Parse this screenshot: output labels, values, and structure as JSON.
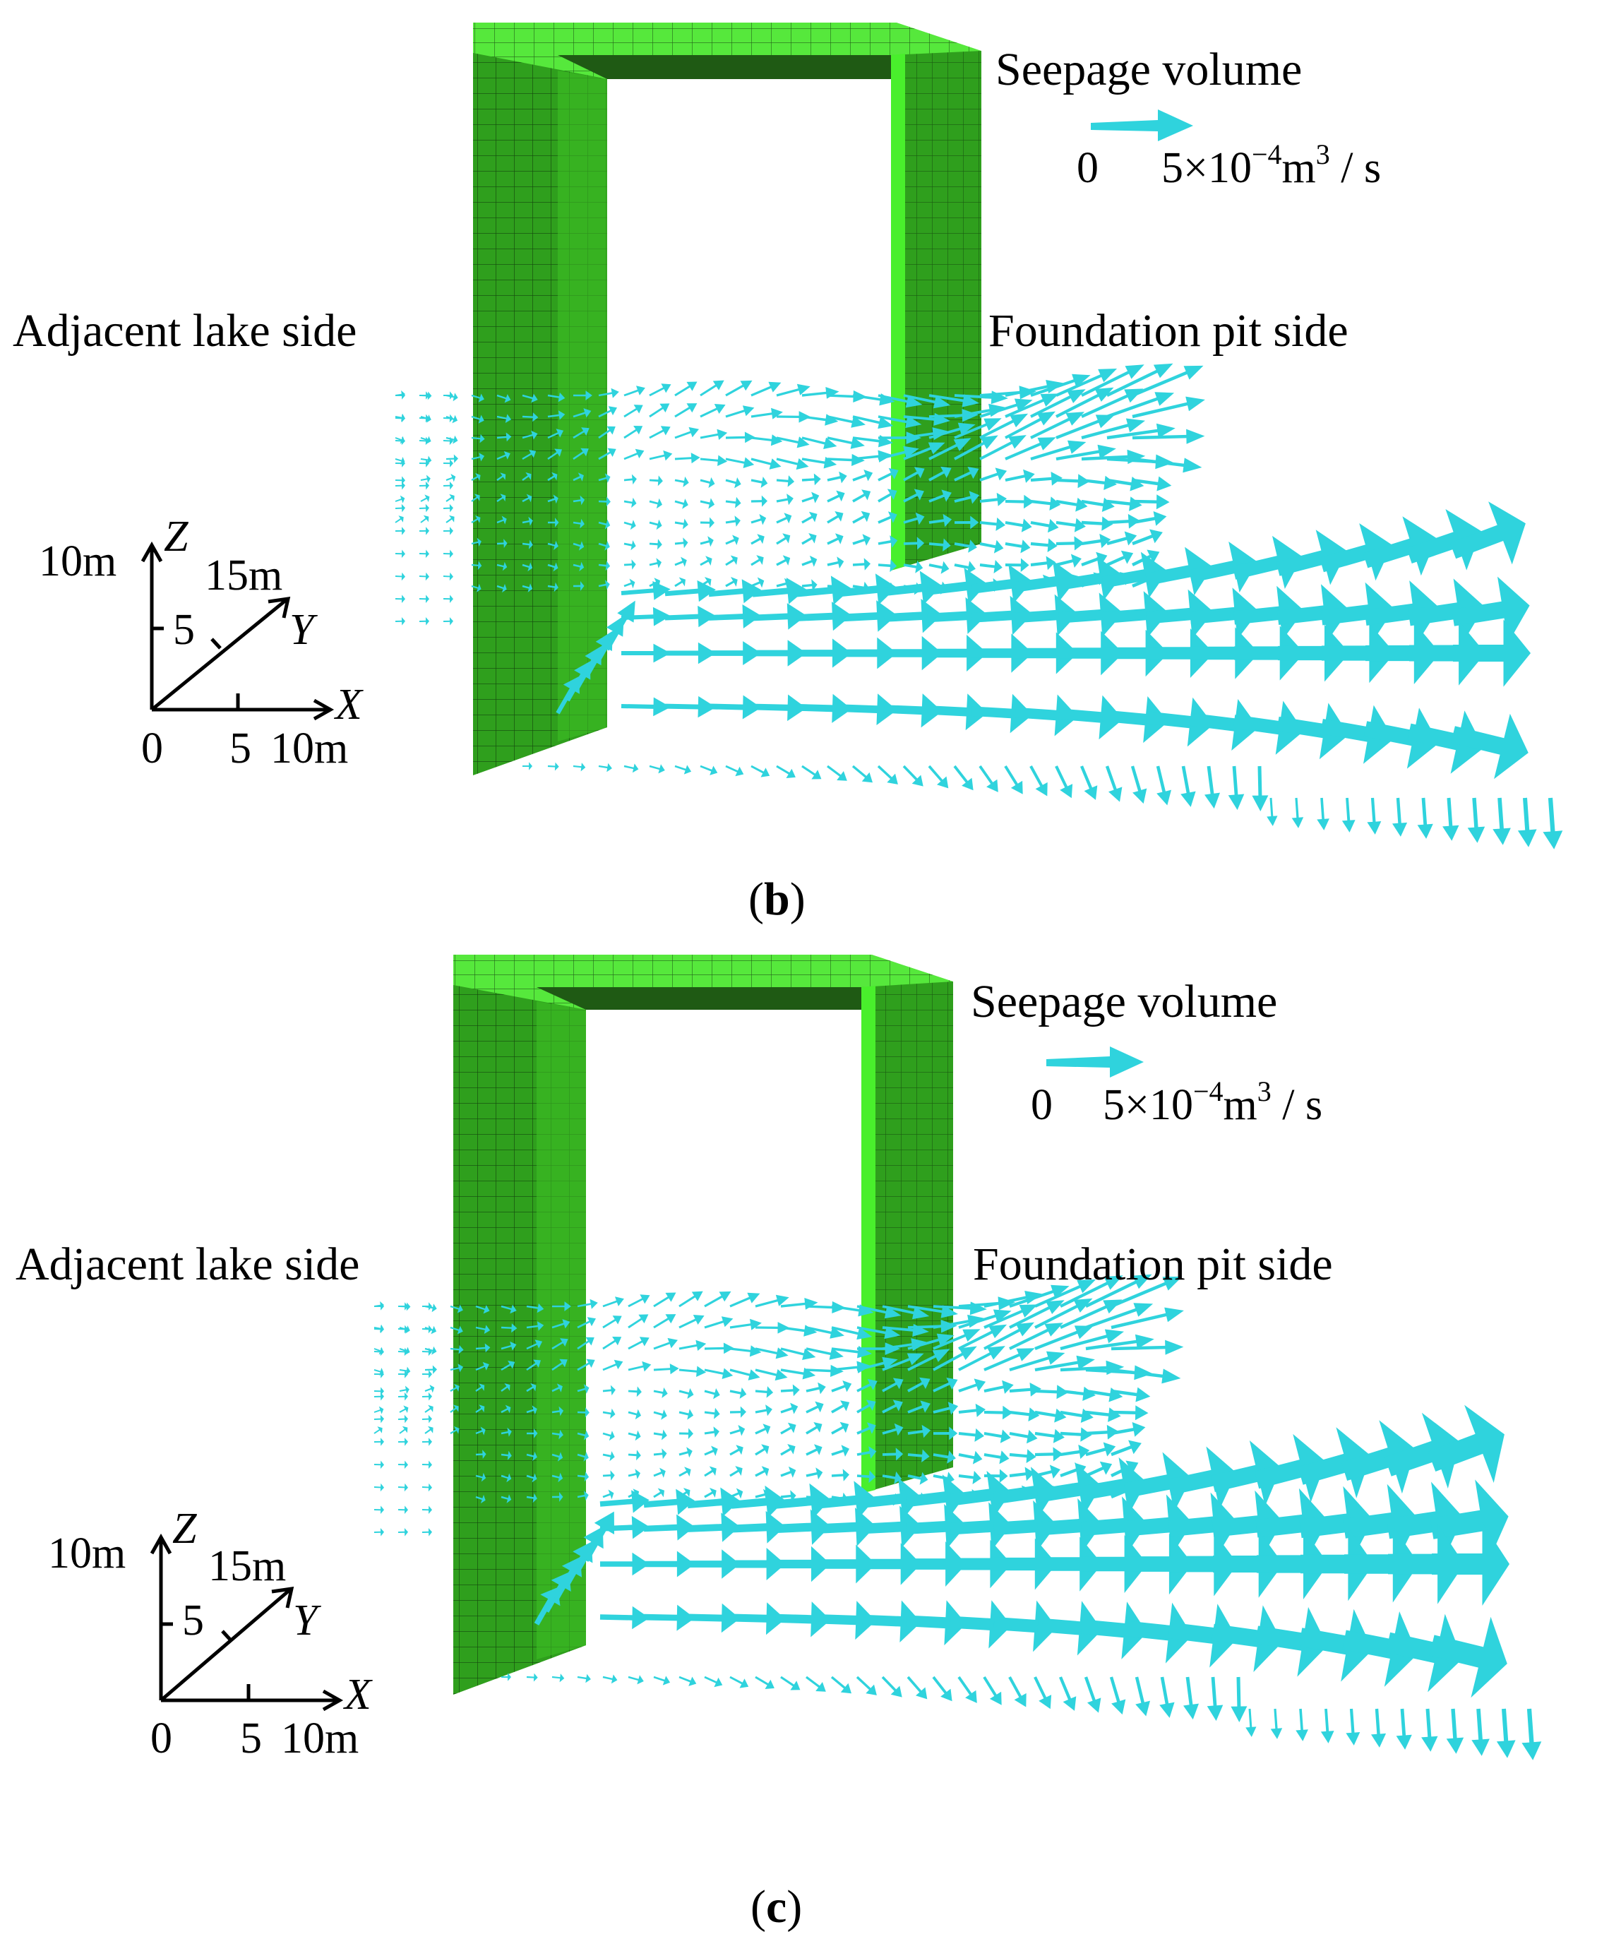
{
  "colors": {
    "wall_face": "#2f9f1d",
    "wall_side": "#49ef2c",
    "wall_top": "#56e83c",
    "wall_shadow": "#1f5a14",
    "mesh_line": "#0b2a08",
    "arrow": "#2fd3dd",
    "text": "#000000"
  },
  "icons": {
    "legend_arrow": "cyan-arrow",
    "axis": "coordinate-axes"
  },
  "panels": [
    {
      "label_open": "(",
      "label_letter": "b",
      "label_close": ")",
      "left_label": "Adjacent lake side",
      "right_label": "Foundation pit side",
      "legend": {
        "title": "Seepage volume",
        "zero": "0",
        "scale_value": "5×10",
        "scale_exponent": "−4",
        "scale_unit": "m",
        "unit_exponent": "3",
        "unit_tail": " / s"
      },
      "axes": {
        "z_label": "Z",
        "z_tick_top": "10m",
        "z_tick_mid": "5",
        "y_label": "Y",
        "y_tick": "15m",
        "x_label": "X",
        "origin": "0",
        "x_tick_mid": "5",
        "x_tick_end": "10m"
      }
    },
    {
      "label_open": "(",
      "label_letter": "c",
      "label_close": ")",
      "left_label": "Adjacent lake side",
      "right_label": "Foundation pit side",
      "legend": {
        "title": "Seepage volume",
        "zero": "0",
        "scale_value": "5×10",
        "scale_exponent": "−4",
        "scale_unit": "m",
        "unit_exponent": "3",
        "unit_tail": " / s"
      },
      "axes": {
        "z_label": "Z",
        "z_tick_top": "10m",
        "z_tick_mid": "5",
        "y_label": "Y",
        "y_tick": "15m",
        "x_label": "X",
        "origin": "0",
        "x_tick_mid": "5",
        "x_tick_end": "10m"
      }
    }
  ]
}
